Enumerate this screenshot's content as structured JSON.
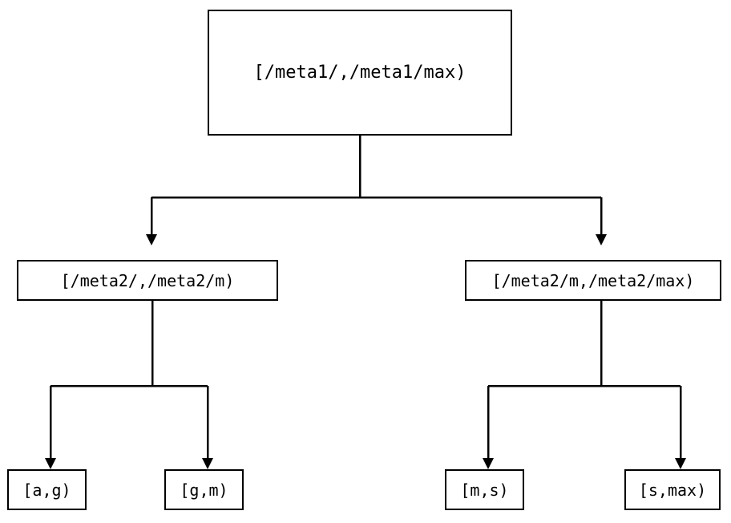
{
  "diagram": {
    "type": "binary-tree",
    "title": "",
    "background_color": "#ffffff",
    "stroke_color": "#000000",
    "nodes": {
      "root": {
        "label": "[/meta1/,/meta1/max)"
      },
      "mid_left": {
        "label": "[/meta2/,/meta2/m)"
      },
      "mid_right": {
        "label": "[/meta2/m,/meta2/max)"
      },
      "leaf_ag": {
        "label": "[a,g)"
      },
      "leaf_gm": {
        "label": "[g,m)"
      },
      "leaf_ms": {
        "label": "[m,s)"
      },
      "leaf_smax": {
        "label": "[s,max)"
      }
    },
    "edges": [
      {
        "from": "root",
        "to": "mid_left",
        "arrow": "down-triangle"
      },
      {
        "from": "root",
        "to": "mid_right",
        "arrow": "down-triangle"
      },
      {
        "from": "mid_left",
        "to": "leaf_ag",
        "arrow": "down-triangle"
      },
      {
        "from": "mid_left",
        "to": "leaf_gm",
        "arrow": "down-triangle"
      },
      {
        "from": "mid_right",
        "to": "leaf_ms",
        "arrow": "down-triangle"
      },
      {
        "from": "mid_right",
        "to": "leaf_smax",
        "arrow": "down-triangle"
      }
    ]
  }
}
